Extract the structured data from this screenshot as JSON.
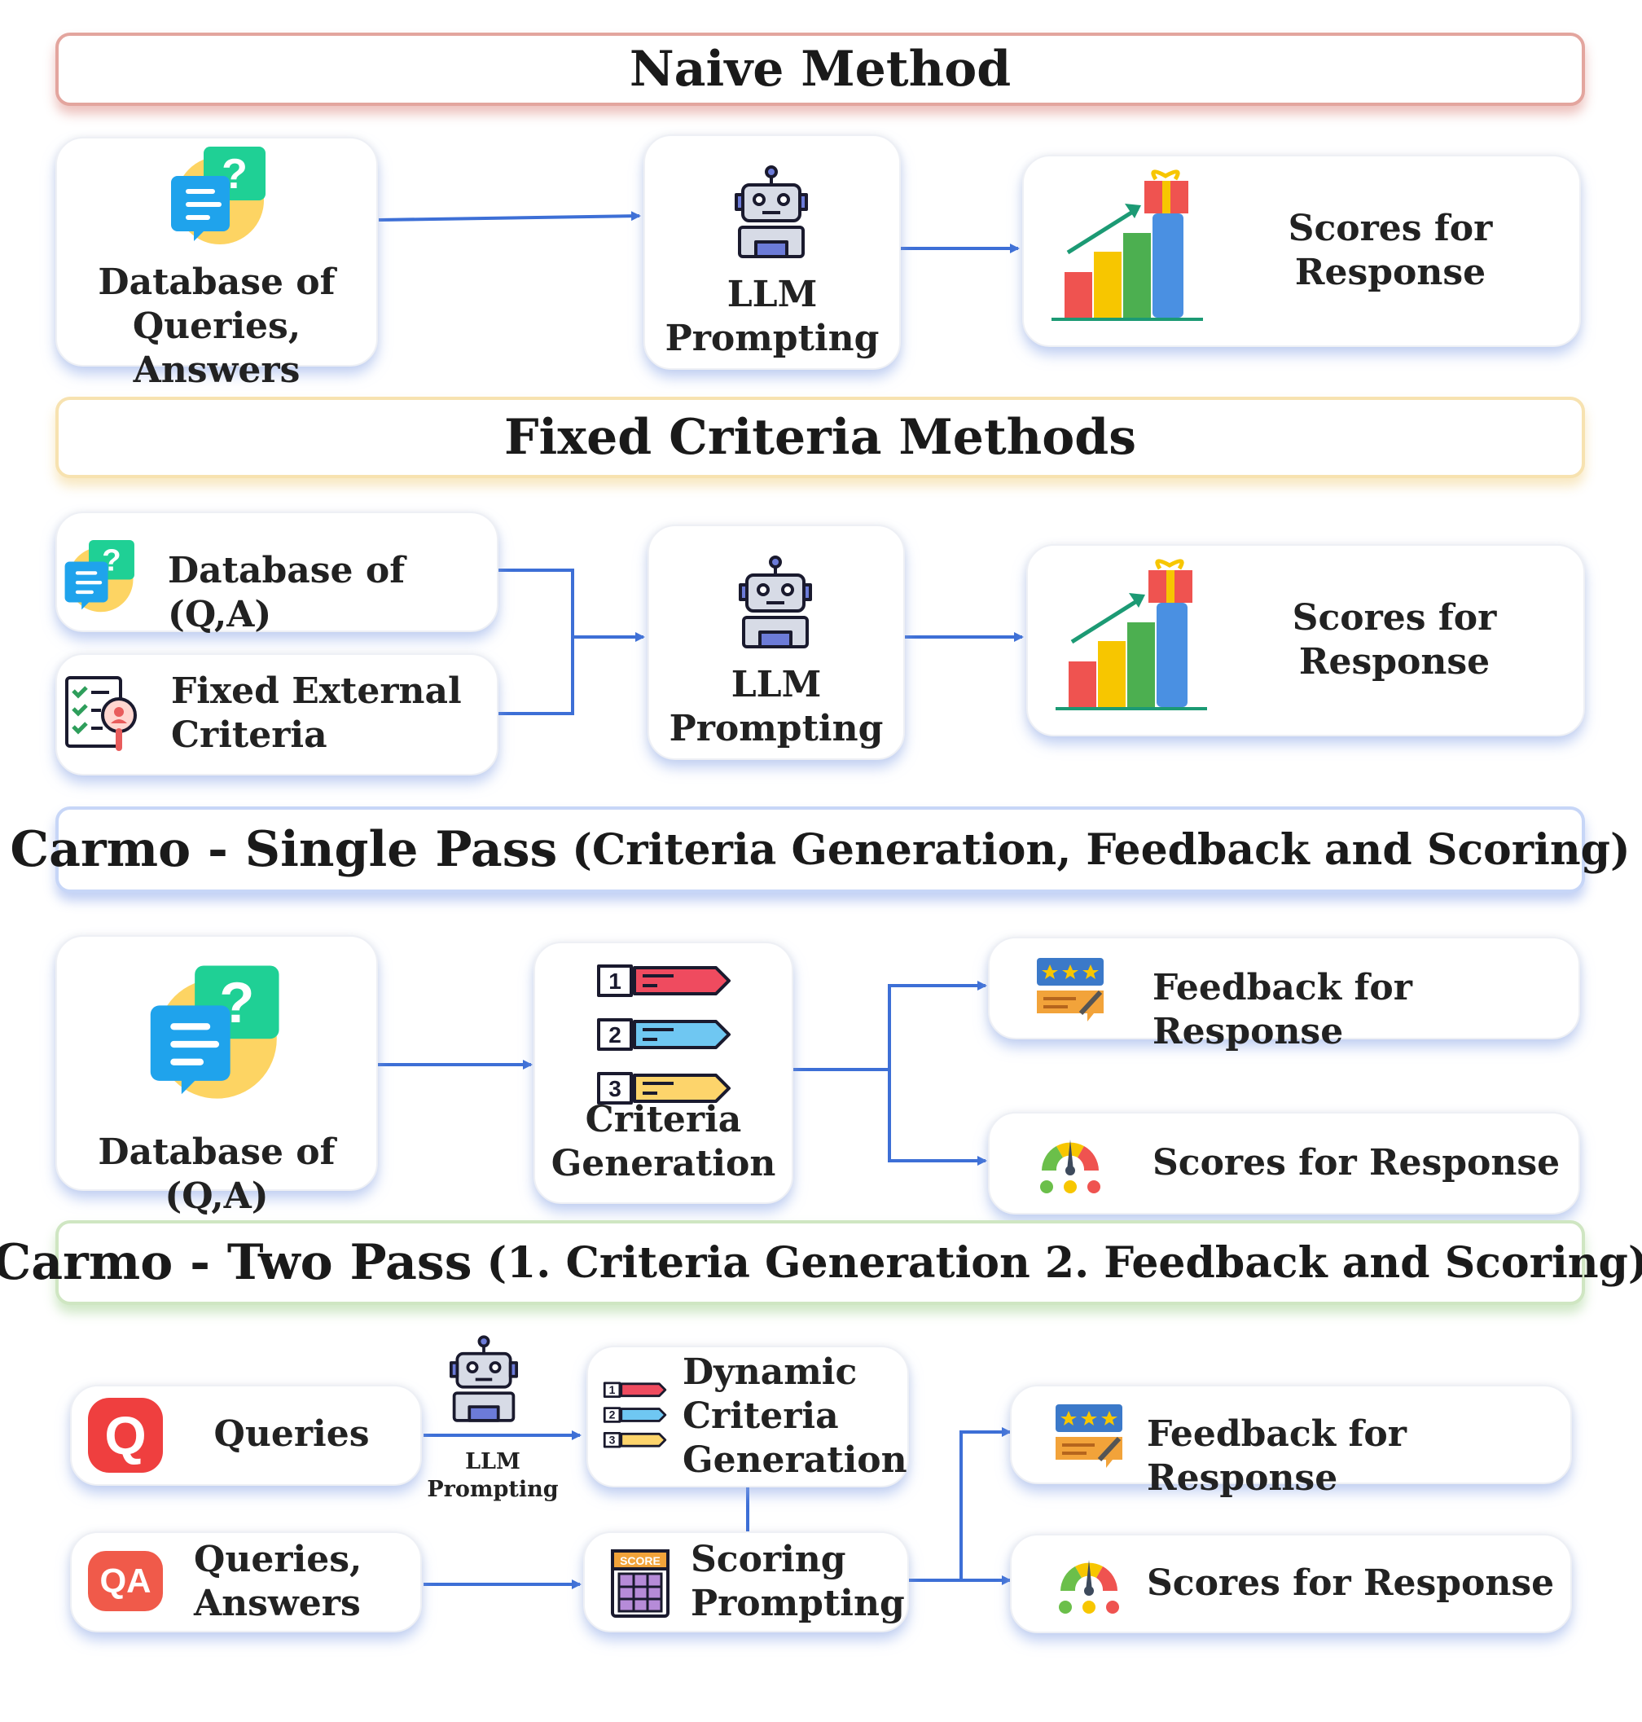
{
  "naive": {
    "title": "Naive Method",
    "database": "Database of\nQueries, Answers",
    "llm": "LLM\nPrompting",
    "scores": "Scores for\nResponse"
  },
  "fixed": {
    "title": "Fixed Criteria Methods",
    "database": "Database of (Q,A)",
    "criteria": "Fixed External\n  Criteria",
    "llm": "LLM\nPrompting",
    "scores": "Scores for\nResponse"
  },
  "single": {
    "title": "Carmo - Single Pass",
    "subtitle": "(Criteria Generation, Feedback and Scoring)",
    "database": "Database of (Q,A)",
    "criteria": "Criteria\nGeneration",
    "feedback": "Feedback for Response",
    "scores": "Scores for Response",
    "list_numbers": [
      "1",
      "2",
      "3"
    ]
  },
  "two": {
    "title": "Carmo - Two Pass",
    "subtitle": "(1. Criteria Generation 2. Feedback and Scoring)",
    "queries": "Queries",
    "queries_answers": "Queries,\nAnswers",
    "llm_small": "LLM\nPrompting",
    "dynamic": "Dynamic\nCriteria\nGeneration",
    "scoring": "Scoring\nPrompting",
    "feedback": "Feedback for Response",
    "scores": "Scores for Response",
    "q_badge": "Q",
    "qa_badge": "QA",
    "score_badge": "SCORE",
    "list_numbers": [
      "1",
      "2",
      "3"
    ]
  },
  "colors": {
    "arrow": "#3d6fd6",
    "header_red": "#e3a59e",
    "header_yellow": "#f7e2b0",
    "header_blue": "#c7d6f7",
    "header_green": "#cfe6c2",
    "bar_red": "#ef5350",
    "bar_yellow": "#f7c600",
    "bar_green": "#4caf50",
    "bar_blue": "#4a90e2",
    "q_red": "#ef3f3f",
    "qa_red": "#f05a4a"
  },
  "icons": [
    "question-chat-icon",
    "robot-icon",
    "bar-growth-icon",
    "checklist-search-icon",
    "numbered-list-icon",
    "rating-feedback-icon",
    "gauge-icon",
    "score-board-icon"
  ]
}
